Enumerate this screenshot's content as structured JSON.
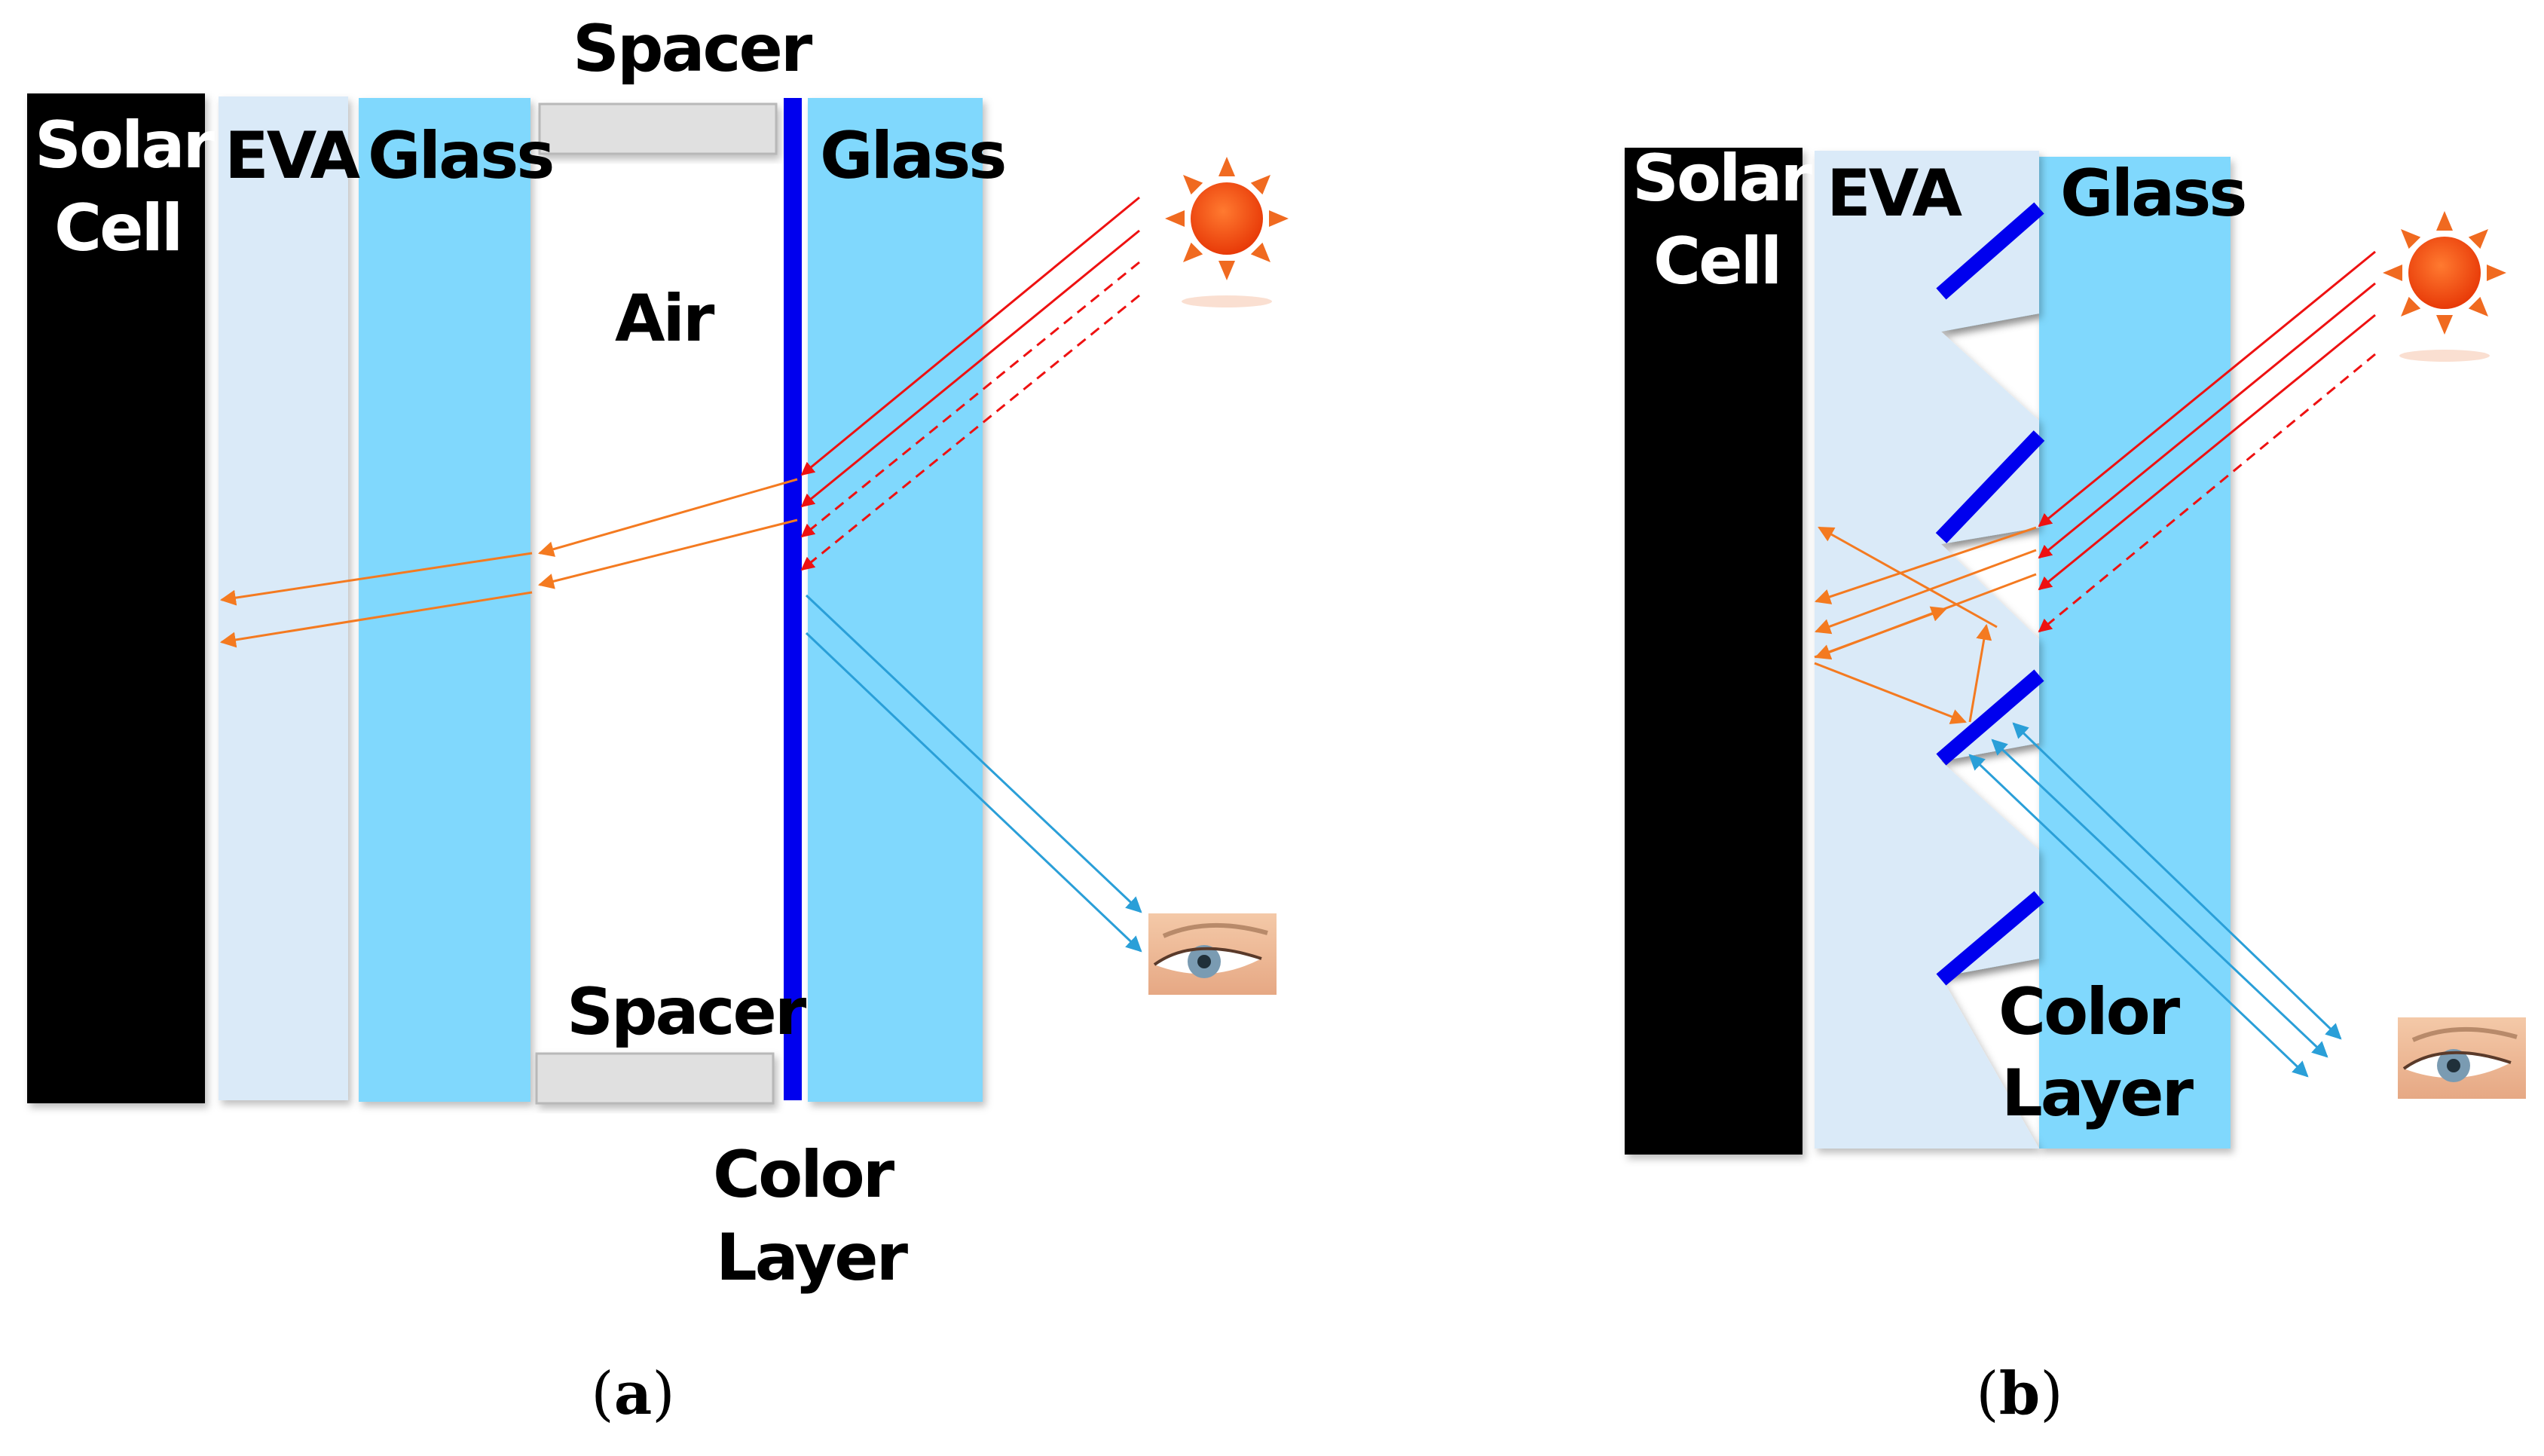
{
  "panel_a": {
    "solar_cell": [
      "Solar",
      "Cell"
    ],
    "eva": "EVA",
    "glass_left": "Glass",
    "glass_right": "Glass",
    "spacer_top": "Spacer",
    "spacer_bottom": "Spacer",
    "air": "Air",
    "color_layer": [
      "Color",
      "Layer"
    ],
    "caption_open": "(",
    "caption_letter": "a",
    "caption_close": ")"
  },
  "panel_b": {
    "solar_cell": [
      "Solar",
      "Cell"
    ],
    "eva": "EVA",
    "glass": "Glass",
    "color_layer": [
      "Color",
      "Layer"
    ],
    "caption_open": "(",
    "caption_letter": "b",
    "caption_close": ")"
  },
  "colors": {
    "solar_cell": "#000000",
    "eva": "#daeaf8",
    "glass": "#80d8fd",
    "spacer": "#e0e0e0",
    "color_layer": "#0000ee",
    "incident_light": "#ee1111",
    "transmitted_light": "#f47a20",
    "reflected_light": "#2a9fd8",
    "sun": "#f04810"
  },
  "icons": [
    "sun-icon",
    "eye-icon"
  ]
}
